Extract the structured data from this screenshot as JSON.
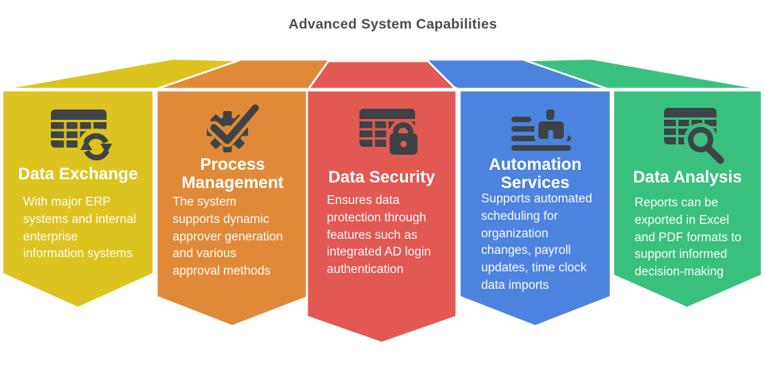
{
  "title": "Advanced System Capabilities",
  "title_color": "#4b4b4b",
  "outline_color": "#ffffff",
  "icon_color": "#3e4347",
  "banners": [
    {
      "heading": "Data Exchange",
      "body": "With major ERP\nsystems and internal\nenterprise\ninformation systems",
      "color": "#dcc31f",
      "icon": "table-sync-icon"
    },
    {
      "heading": "Process\nManagement",
      "body": "The system\nsupports dynamic\napprover generation\nand various\napproval methods",
      "color": "#e08a39",
      "icon": "gear-check-icon"
    },
    {
      "heading": "Data Security",
      "body": "Ensures data\nprotection through\nfeatures such as\nintegrated AD login\nauthentication",
      "color": "#e25852",
      "icon": "table-lock-icon"
    },
    {
      "heading": "Automation\nServices",
      "body": "Supports automated\nscheduling for\norganization\nchanges, payroll\nupdates, time clock\ndata imports",
      "color": "#4c83de",
      "icon": "list-stamp-icon"
    },
    {
      "heading": "Data Analysis",
      "body": "Reports can be\nexported in Excel\nand PDF formats to\nsupport informed\ndecision-making",
      "color": "#3ac07e",
      "icon": "table-search-icon"
    }
  ]
}
